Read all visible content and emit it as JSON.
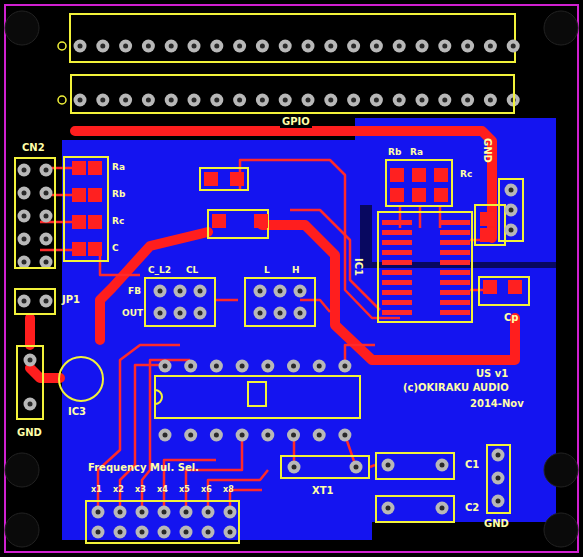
{
  "diagram": {
    "nodes": [
      {
        "text": [
          "GPIO"
        ]
      },
      {
        "text": [
          "CN2"
        ]
      },
      {
        "text": [
          "JP1"
        ]
      },
      {
        "text": [
          "IC3"
        ]
      },
      {
        "text": [
          "XT1"
        ]
      },
      {
        "text": [
          "C1"
        ]
      },
      {
        "text": [
          "C2"
        ]
      },
      {
        "text": [
          "Frequency Mul. Sel."
        ]
      },
      {
        "text": [
          "GND"
        ]
      },
      {
        "text": [
          "GND"
        ]
      },
      {
        "text": [
          "GND"
        ]
      },
      {
        "text": [
          "Cp"
        ]
      }
    ],
    "labels": [
      "Ra",
      "Rb",
      "Rc",
      "C",
      "Rb",
      "Ra",
      "Rc",
      "C_L2",
      "CL",
      "FB",
      "OUT",
      "L",
      "H",
      "IC1",
      "US v1",
      "(c)OKIRAKU AUDIO",
      "2014-Nov",
      "x1",
      "x2",
      "x3",
      "x4",
      "x5",
      "x6",
      "x8"
    ]
  }
}
